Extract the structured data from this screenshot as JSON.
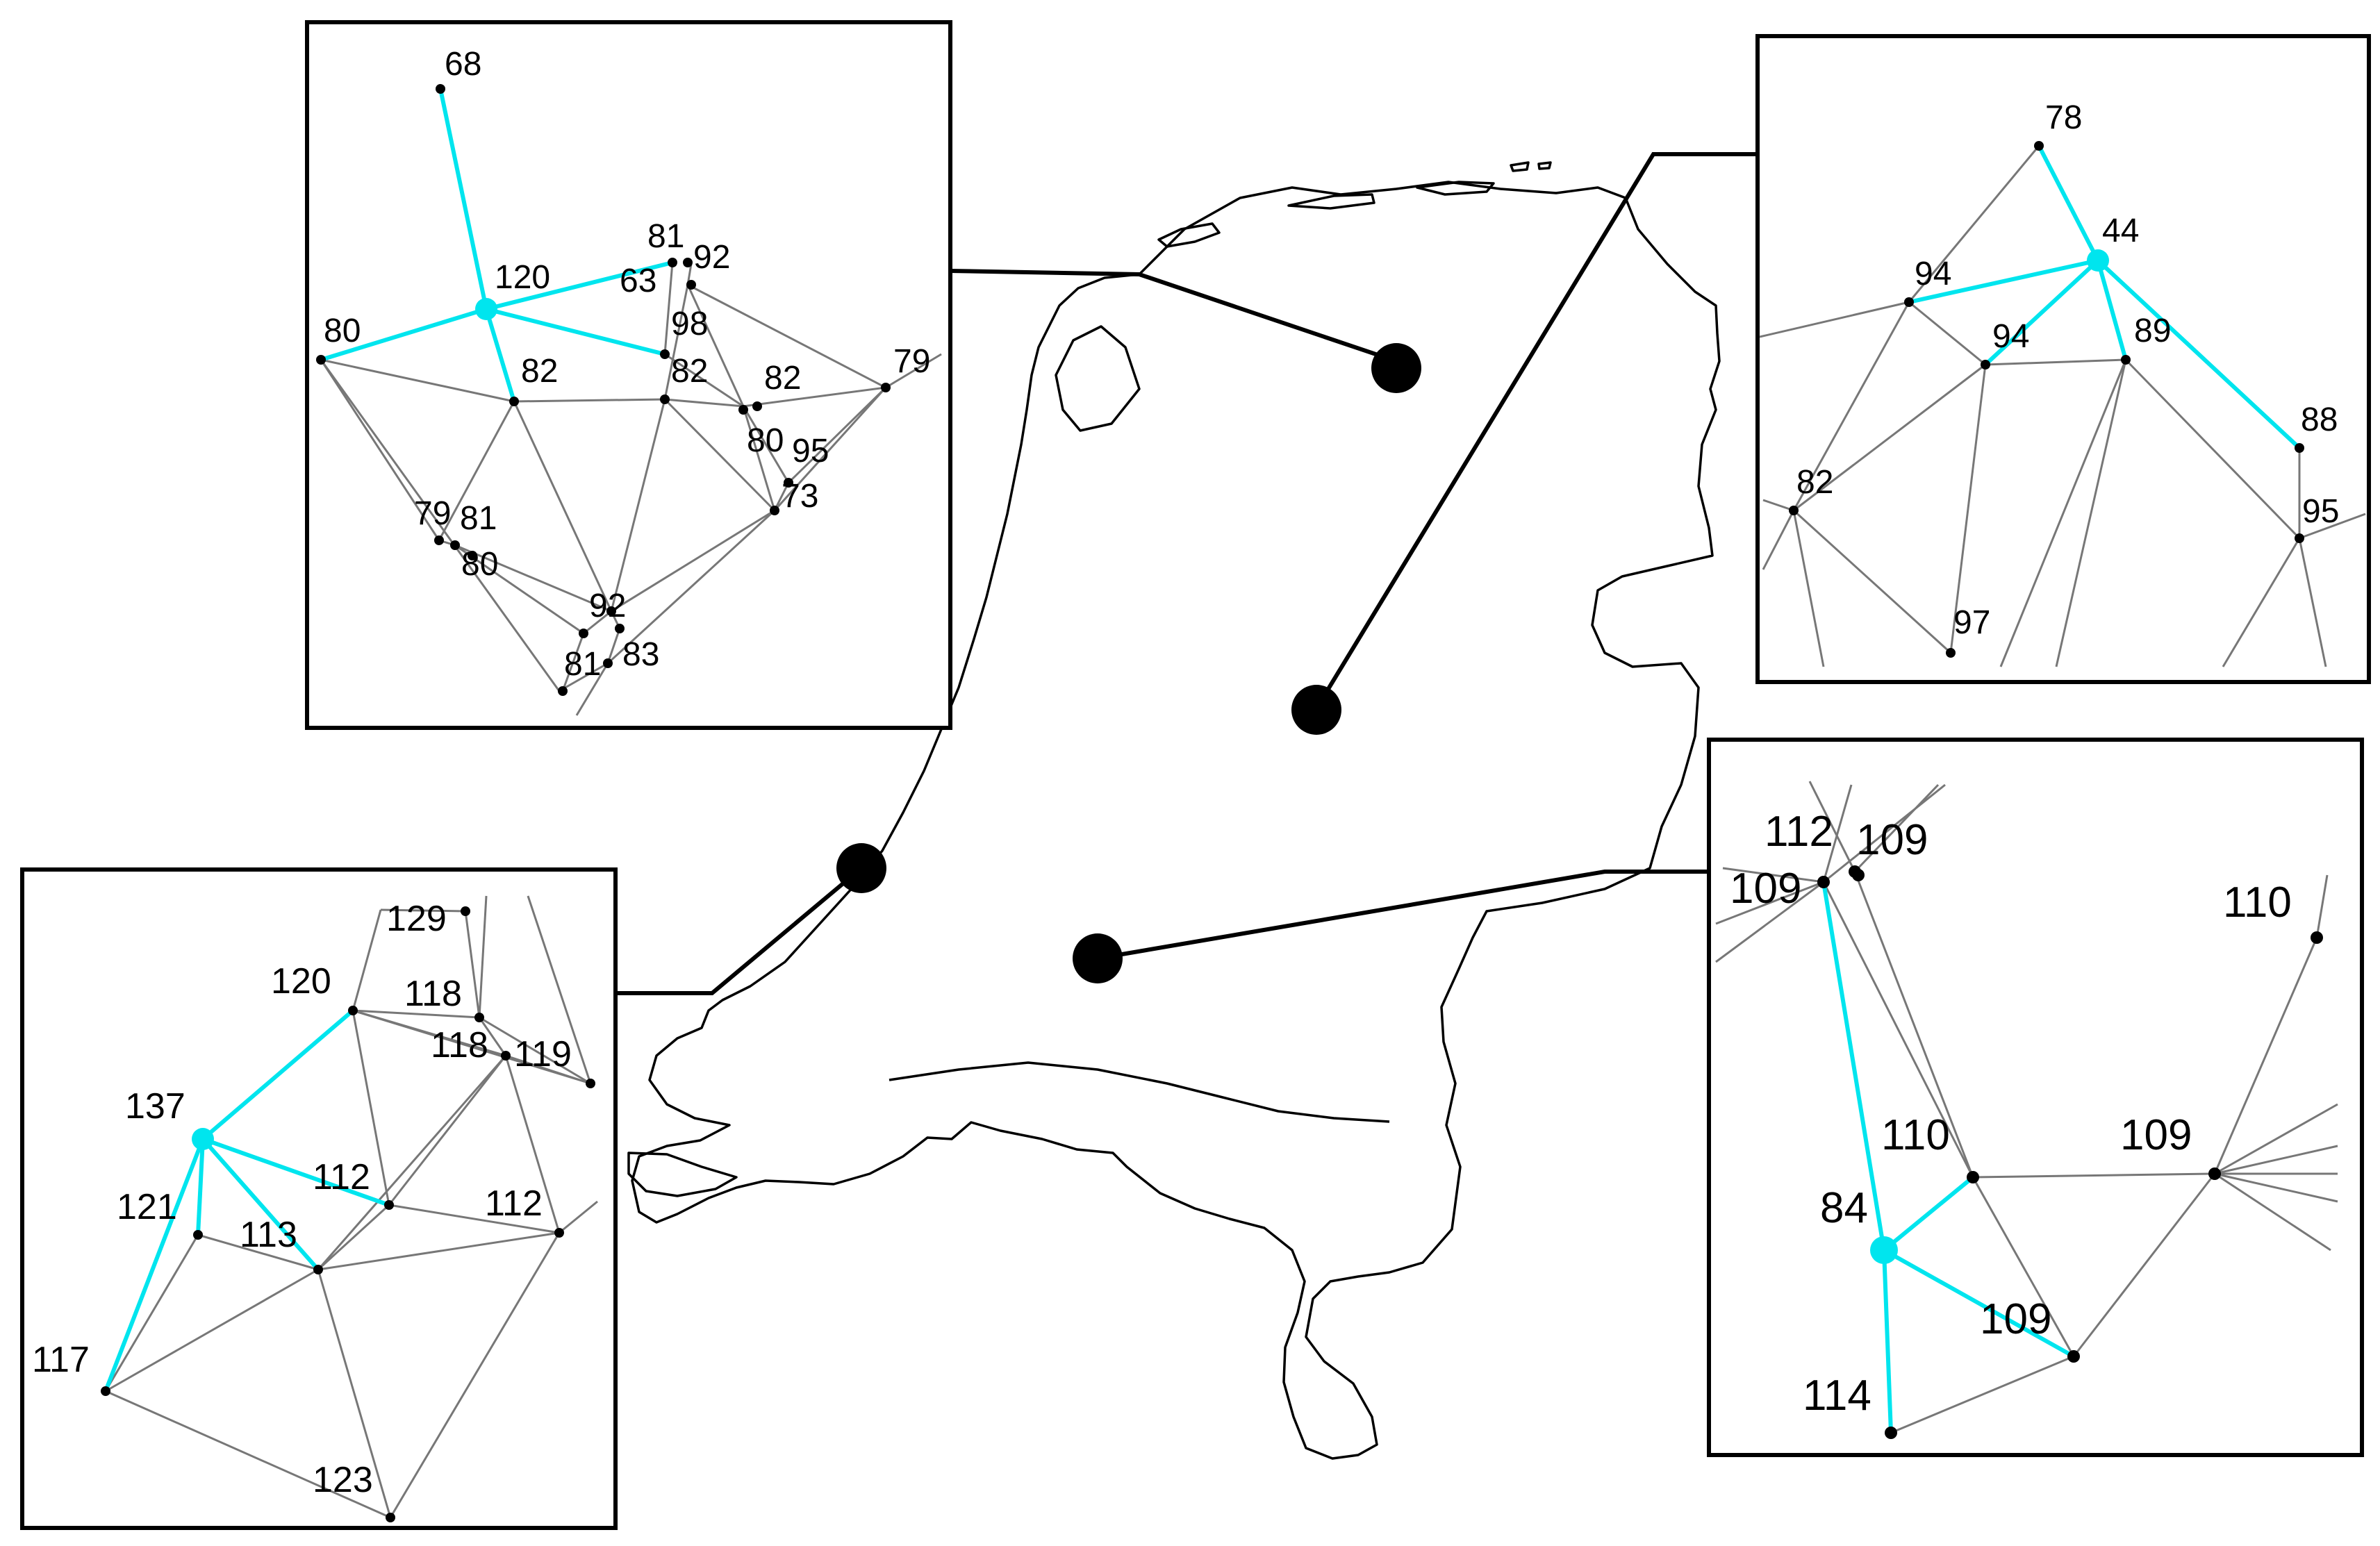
{
  "colors": {
    "highlight": "#00e5ee",
    "edge": "#777777",
    "node": "#000000",
    "frame": "#000000"
  },
  "insets": [
    {
      "id": "north",
      "nodes": [
        {
          "id": "n1",
          "label": "68"
        },
        {
          "id": "n2",
          "label": "120",
          "highlight": true
        },
        {
          "id": "n3",
          "label": "80"
        },
        {
          "id": "n4",
          "label": "82"
        },
        {
          "id": "n5",
          "label": "63"
        },
        {
          "id": "n6",
          "label": "81"
        },
        {
          "id": "n7",
          "label": "92"
        },
        {
          "id": "n8",
          "label": "98"
        },
        {
          "id": "n9",
          "label": "82"
        },
        {
          "id": "n10",
          "label": "82"
        },
        {
          "id": "n11",
          "label": "79"
        },
        {
          "id": "n12",
          "label": "80"
        },
        {
          "id": "n13",
          "label": "95"
        },
        {
          "id": "n14",
          "label": "73"
        },
        {
          "id": "n15",
          "label": "79"
        },
        {
          "id": "n16",
          "label": "81"
        },
        {
          "id": "n17",
          "label": "80"
        },
        {
          "id": "n18",
          "label": "92"
        },
        {
          "id": "n19",
          "label": "81"
        },
        {
          "id": "n20",
          "label": "83"
        }
      ]
    },
    {
      "id": "northeast",
      "nodes": [
        {
          "id": "e1",
          "label": "78"
        },
        {
          "id": "e2",
          "label": "44",
          "highlight": true
        },
        {
          "id": "e3",
          "label": "94"
        },
        {
          "id": "e4",
          "label": "94"
        },
        {
          "id": "e5",
          "label": "89"
        },
        {
          "id": "e6",
          "label": "88"
        },
        {
          "id": "e7",
          "label": "82"
        },
        {
          "id": "e8",
          "label": "95"
        },
        {
          "id": "e9",
          "label": "97"
        }
      ]
    },
    {
      "id": "west",
      "nodes": [
        {
          "id": "w1",
          "label": "129"
        },
        {
          "id": "w2",
          "label": "120"
        },
        {
          "id": "w3",
          "label": "118"
        },
        {
          "id": "w4",
          "label": "118"
        },
        {
          "id": "w5",
          "label": "119"
        },
        {
          "id": "w6",
          "label": "137",
          "highlight": true
        },
        {
          "id": "w7",
          "label": "121"
        },
        {
          "id": "w8",
          "label": "113"
        },
        {
          "id": "w9",
          "label": "112"
        },
        {
          "id": "w10",
          "label": "112"
        },
        {
          "id": "w11",
          "label": "117"
        },
        {
          "id": "w12",
          "label": "123"
        }
      ]
    },
    {
      "id": "southeast",
      "nodes": [
        {
          "id": "s1",
          "label": "112"
        },
        {
          "id": "s2",
          "label": "109"
        },
        {
          "id": "s3",
          "label": "109"
        },
        {
          "id": "s4",
          "label": "110"
        },
        {
          "id": "s5",
          "label": "110"
        },
        {
          "id": "s6",
          "label": "109"
        },
        {
          "id": "s7",
          "label": "84",
          "highlight": true
        },
        {
          "id": "s8",
          "label": "109"
        },
        {
          "id": "s9",
          "label": "114"
        }
      ]
    }
  ]
}
